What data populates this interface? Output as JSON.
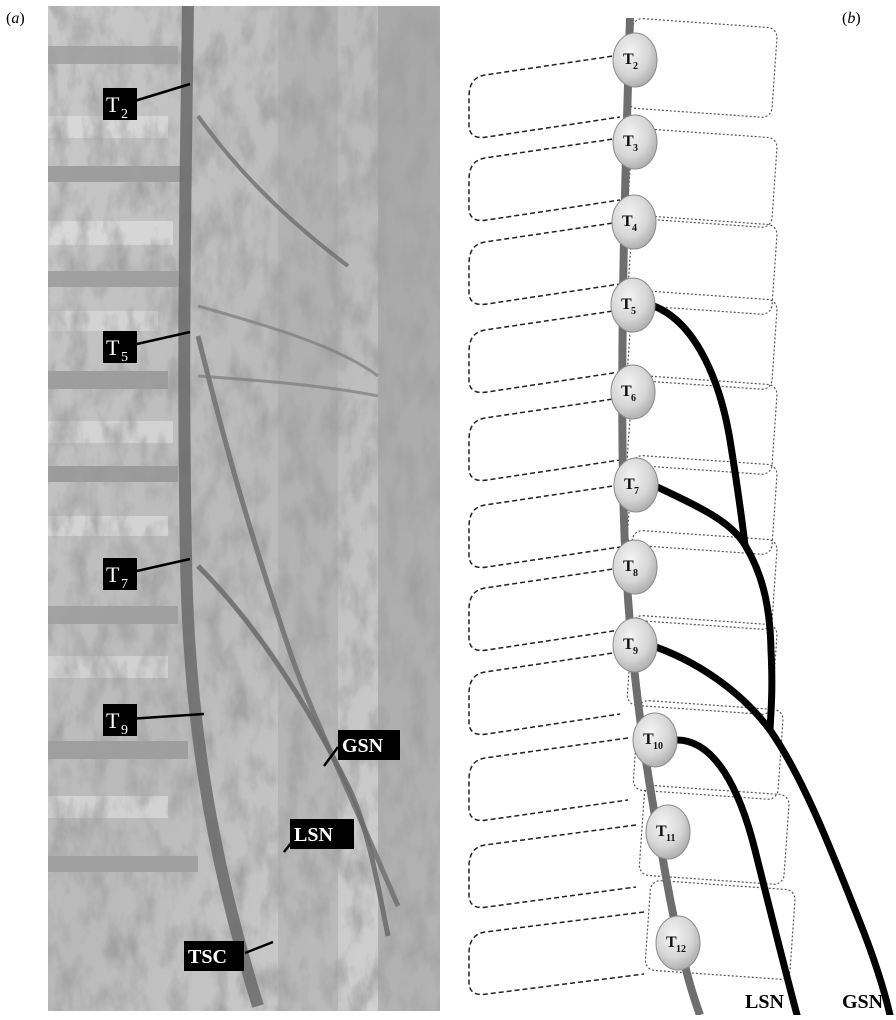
{
  "panel_a": {
    "letter": "a",
    "labels": {
      "t2": {
        "main": "T",
        "sub": "2"
      },
      "t5": {
        "main": "T",
        "sub": "5"
      },
      "t7": {
        "main": "T",
        "sub": "7"
      },
      "t9": {
        "main": "T",
        "sub": "9"
      },
      "gsn": "GSN",
      "lsn": "LSN",
      "tsc": "TSC"
    }
  },
  "panel_b": {
    "letter": "b",
    "ganglia": [
      {
        "main": "T",
        "sub": "2"
      },
      {
        "main": "T",
        "sub": "3"
      },
      {
        "main": "T",
        "sub": "4"
      },
      {
        "main": "T",
        "sub": "5"
      },
      {
        "main": "T",
        "sub": "6"
      },
      {
        "main": "T",
        "sub": "7"
      },
      {
        "main": "T",
        "sub": "8"
      },
      {
        "main": "T",
        "sub": "9"
      },
      {
        "main": "T",
        "sub": "10"
      },
      {
        "main": "T",
        "sub": "11"
      },
      {
        "main": "T",
        "sub": "12"
      }
    ],
    "nerve_labels": {
      "lsn": "LSN",
      "gsn": "GSN"
    }
  }
}
